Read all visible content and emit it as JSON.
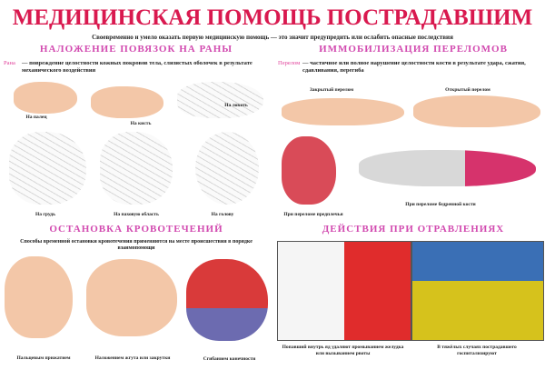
{
  "title": "МЕДИЦИНСКАЯ ПОМОЩЬ ПОСТРАДАВШИМ",
  "subtitle": "Своевременно и умело оказать первую медицинскую помощь — это значит предупредить или ослабить опасные последствия",
  "colors": {
    "title": "#d9194f",
    "section": "#d24bb0",
    "term": "#e0409a"
  },
  "bandages": {
    "heading": "НАЛОЖЕНИЕ ПОВЯЗОК НА РАНЫ",
    "term": "Рана",
    "definition": " — повреждение целостности кожных покровов тела, слизистых оболочек в результате механического воздействия",
    "labels": [
      "На палец",
      "На кисть",
      "На локоть",
      "На грудь",
      "На паховую область",
      "На голову"
    ]
  },
  "fractures": {
    "heading": "ИММОБИЛИЗАЦИЯ ПЕРЕЛОМОВ",
    "term": "Перелом",
    "definition": " — частичное или полное нарушение целостности кости в результате удара, сжатия, сдавливания, перегиба",
    "labels": [
      "Закрытый перелом",
      "Открытый перелом",
      "При переломе предплечья",
      "При переломе бедренной кости"
    ]
  },
  "bleeding": {
    "heading": "ОСТАНОВКА КРОВОТЕЧЕНИЙ",
    "description": "Способы временной остановки кровотечения применяются на месте происшествия в порядке взаимопомощи",
    "labels": [
      "Пальцевым прижатием",
      "Наложением жгута или закрутки",
      "Сгибанием конечности"
    ]
  },
  "poisoning": {
    "heading": "ДЕЙСТВИЯ ПРИ ОТРАВЛЕНИЯХ",
    "labels": [
      "Попавший внутрь яд удаляют промыванием желудка или вызыванием рвоты",
      "В тяжёлых случаях пострадавшего госпитализируют"
    ]
  }
}
